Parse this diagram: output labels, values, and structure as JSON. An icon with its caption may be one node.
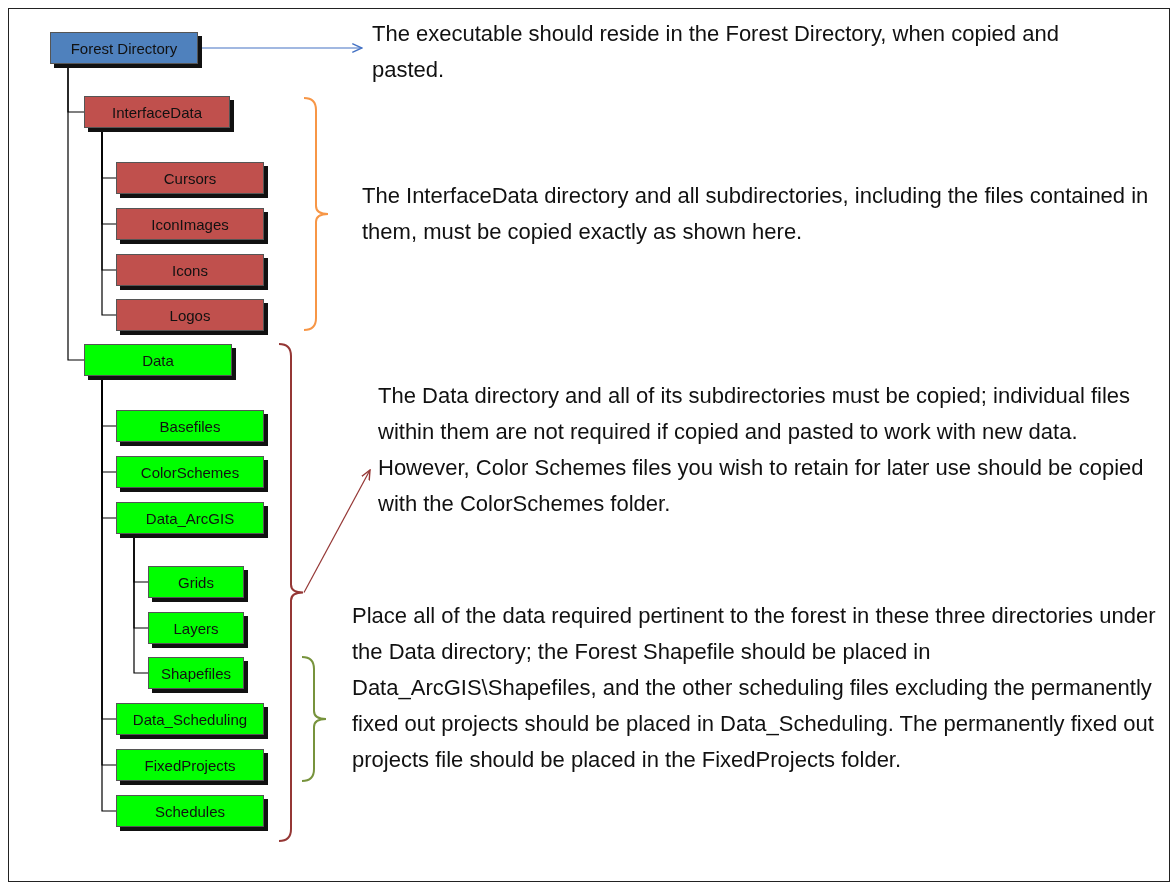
{
  "diagram": {
    "nodes": [
      {
        "text": [
          "Forest Directory"
        ]
      },
      {
        "text": [
          "The executable should reside in the Forest Directory, when copied and pasted."
        ]
      },
      {
        "text": [
          "InterfaceData"
        ]
      },
      {
        "text": [
          "Cursors"
        ]
      },
      {
        "text": [
          "IconImages"
        ]
      },
      {
        "text": [
          "Icons"
        ]
      },
      {
        "text": [
          "Logos"
        ]
      },
      {
        "text": [
          "Data"
        ]
      },
      {
        "text": [
          "Basefiles"
        ]
      },
      {
        "text": [
          "ColorSchemes"
        ]
      },
      {
        "text": [
          "Data_ArcGIS"
        ]
      },
      {
        "text": [
          "Grids"
        ]
      },
      {
        "text": [
          "Layers"
        ]
      },
      {
        "text": [
          "Shapefiles"
        ]
      },
      {
        "text": [
          "Data_Scheduling"
        ]
      },
      {
        "text": [
          "FixedProjects"
        ]
      },
      {
        "text": [
          "Schedules"
        ]
      },
      {
        "text": [
          "The InterfaceData directory and all subdirectories, including the files contained in them, must be copied exactly as shown here."
        ]
      },
      {
        "text": [
          "The Data directory and all of its subdirectories must be copied; individual files within them are not required if copied and pasted to work with new data. However, Color Schemes files you wish to retain for later use should be copied with the ColorSchemes folder."
        ]
      },
      {
        "text": [],
        "shape": "bracket"
      },
      {
        "text": [
          "Place all of the data required pertinent to the forest in these three directories under the Data directory; the Forest Shapefile should be placed in Data_ArcGIS\\Shapefiles, and the other scheduling files excluding the permanently fixed out projects should be placed in Data_Scheduling. The permanently fixed out projects file should be placed in the FixedProjects folder."
        ]
      }
    ],
    "edges": [
      {
        "from": 0,
        "to": 1,
        "arrow": "to",
        "color": "#4472c4"
      },
      {
        "from": 0,
        "to": 2,
        "arrow": "none"
      },
      {
        "from": 2,
        "to": 3,
        "arrow": "none"
      },
      {
        "from": 2,
        "to": 4,
        "arrow": "none"
      },
      {
        "from": 2,
        "to": 5,
        "arrow": "none"
      },
      {
        "from": 2,
        "to": 6,
        "arrow": "none"
      },
      {
        "from": 0,
        "to": 7,
        "arrow": "none"
      },
      {
        "from": 7,
        "to": 8,
        "arrow": "none"
      },
      {
        "from": 7,
        "to": 9,
        "arrow": "none"
      },
      {
        "from": 7,
        "to": 10,
        "arrow": "none"
      },
      {
        "from": 10,
        "to": 11,
        "arrow": "none"
      },
      {
        "from": 10,
        "to": 12,
        "arrow": "none"
      },
      {
        "from": 10,
        "to": 13,
        "arrow": "none"
      },
      {
        "from": 7,
        "to": 14,
        "arrow": "none"
      },
      {
        "from": 7,
        "to": 15,
        "arrow": "none"
      },
      {
        "from": 7,
        "to": 16,
        "arrow": "none"
      },
      {
        "from": 19,
        "to": 18,
        "arrow": "to",
        "color": "#953735"
      }
    ]
  }
}
